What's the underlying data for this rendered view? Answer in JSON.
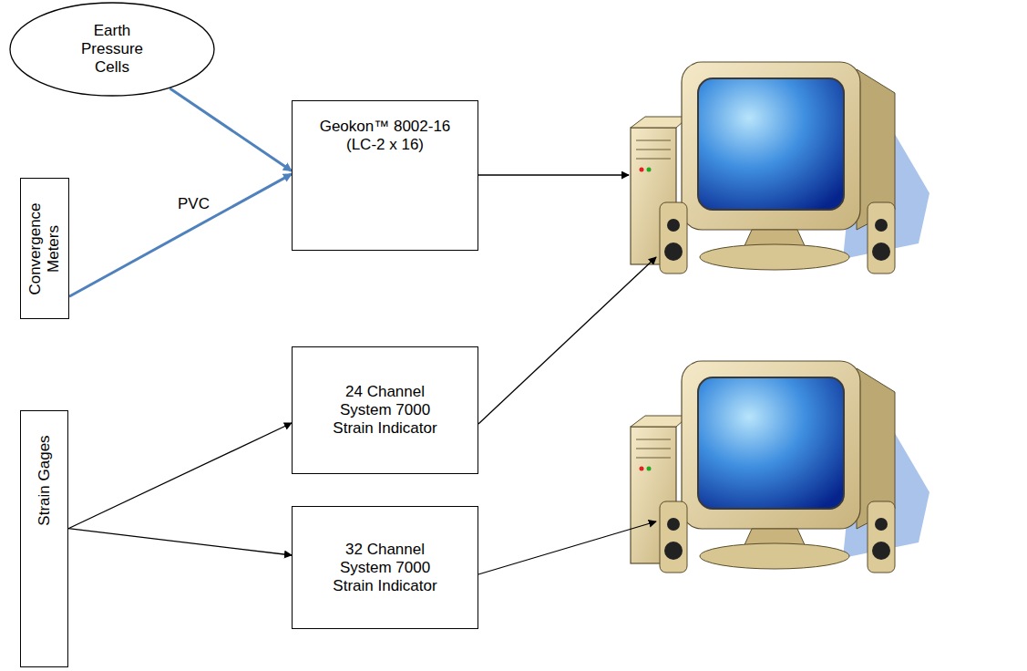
{
  "diagram": {
    "nodes": [
      {
        "text": [
          "Earth Pressure Cells"
        ]
      },
      {
        "text": [
          "Convergence Meters"
        ]
      },
      {
        "text": [
          "Geokon™ 8002-16 (LC-2 x 16)"
        ]
      },
      {
        "text": [
          "Strain Gages"
        ]
      },
      {
        "text": [
          "24 Channel System 7000 Strain Indicator"
        ]
      },
      {
        "text": [
          "32 Channel System 7000 Strain Indicator"
        ]
      }
    ],
    "edges": [
      {
        "from": 0,
        "to": 2,
        "arrow": "to"
      },
      {
        "from": 1,
        "to": 2,
        "arrow": "to"
      },
      {
        "from": 3,
        "to": 4,
        "arrow": "to"
      },
      {
        "from": 3,
        "to": 5,
        "arrow": "to"
      }
    ],
    "labels": [
      "PVC"
    ]
  }
}
